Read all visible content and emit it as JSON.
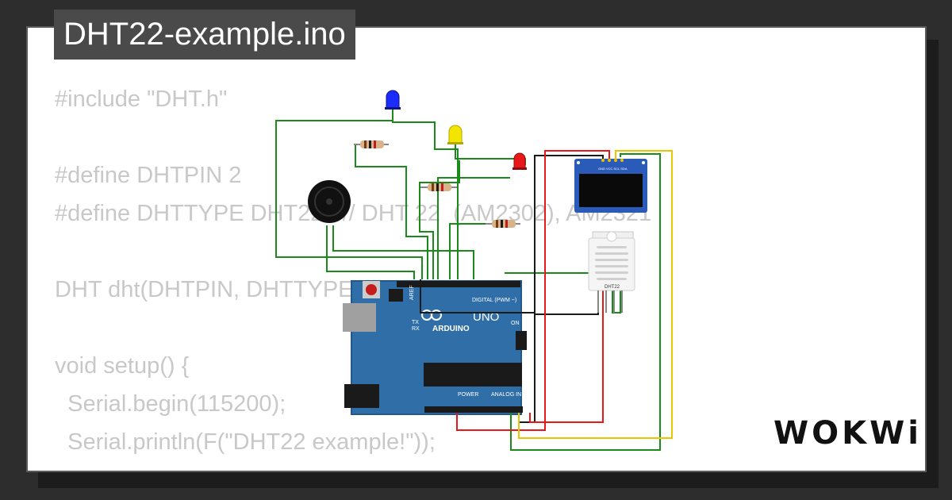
{
  "title": "DHT22-example.ino",
  "code_lines": [
    "#include \"DHT.h\"",
    "",
    "#define DHTPIN 2",
    "#define DHTTYPE DHT22   // DHT 22  (AM2302), AM2321",
    "",
    "DHT dht(DHTPIN, DHTTYPE);",
    "",
    "void setup() {",
    "  Serial.begin(115200);",
    "  Serial.println(F(\"DHT22 example!\"));"
  ],
  "board": {
    "logo": "ARDUINO",
    "model": "UNO",
    "header_digital": "DIGITAL (PWM ~)",
    "header_power": "POWER",
    "header_analog": "ANALOG IN",
    "aref": "AREF",
    "tx": "TX",
    "rx": "RX",
    "on": "ON"
  },
  "sensor": {
    "label": "DHT22"
  },
  "oled": {
    "pins": "GND VCC SCL SDA"
  },
  "brand": "WOKWi",
  "colors": {
    "led_blue": "#1a2cff",
    "led_yellow": "#f2e600",
    "led_red": "#e81818",
    "wire_green": "#1a8a1a",
    "wire_red": "#e81818",
    "wire_black": "#1a1a1a",
    "wire_yellow": "#e8c600",
    "board": "#2f6ea6"
  }
}
